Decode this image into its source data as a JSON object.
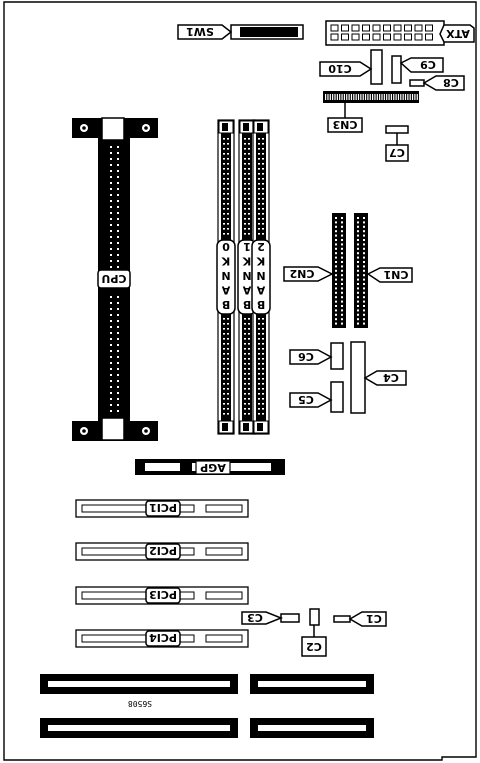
{
  "labels": {
    "sw1": "SW1",
    "atx": "ATX",
    "c10": "C10",
    "c9": "C9",
    "c8": "C8",
    "cn3": "CN3",
    "c7": "C7",
    "cpu": "CPU",
    "bank0": [
      "B",
      "A",
      "N",
      "K",
      "0"
    ],
    "bank1": [
      "B",
      "A",
      "N",
      "K",
      "1"
    ],
    "bank2": [
      "B",
      "A",
      "N",
      "K",
      "2"
    ],
    "cn2": "CN2",
    "cn1": "CN1",
    "c6": "C6",
    "c5": "C5",
    "c4": "C4",
    "agp": "AGP",
    "pci1": "PCI1",
    "pci2": "PCI2",
    "pci3": "PCI3",
    "pci4": "PCI4",
    "c3": "C3",
    "c2": "C2",
    "c1": "C1",
    "board_code": "S6508"
  }
}
